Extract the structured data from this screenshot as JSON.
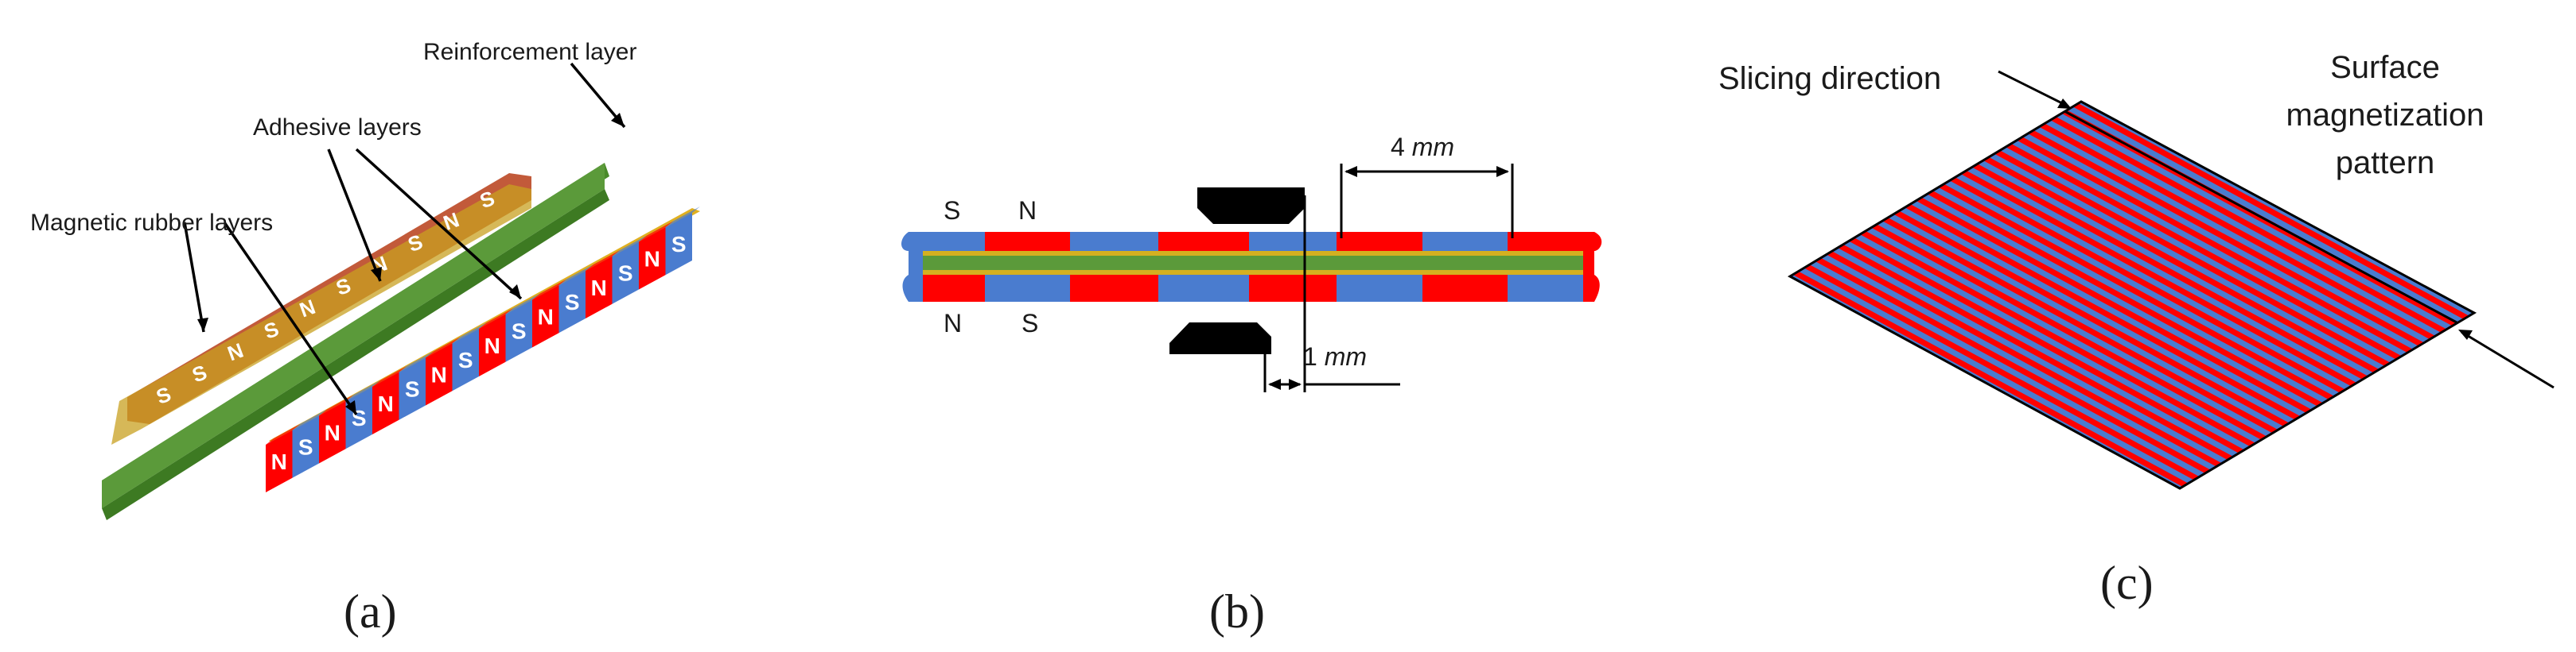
{
  "panel_a": {
    "caption": "(a)",
    "labels": {
      "reinforcement": "Reinforcement layer",
      "adhesive": "Adhesive layers",
      "magnetic": "Magnetic rubber layers"
    },
    "strip_back_poles": [
      "S",
      "S",
      "N",
      "S",
      "N",
      "S",
      "N",
      "S",
      "N",
      "S"
    ],
    "strip_front_poles": [
      "N",
      "S",
      "N",
      "S",
      "N",
      "S",
      "N",
      "S",
      "N",
      "S",
      "N",
      "S",
      "N",
      "S",
      "N",
      "S"
    ]
  },
  "panel_b": {
    "caption": "(b)",
    "pole_top_left": "S",
    "pole_top_right": "N",
    "pole_bottom_left": "N",
    "pole_bottom_right": "S",
    "dim_pitch_value": "4",
    "dim_pitch_unit": "mm",
    "dim_gap_value": "1",
    "dim_gap_unit": "mm"
  },
  "panel_c": {
    "caption": "(c)",
    "label_slicing": "Slicing direction",
    "label_surface_1": "Surface",
    "label_surface_2": "magnetization",
    "label_surface_3": "pattern"
  },
  "colors": {
    "north": "#ff0000",
    "south": "#4a7ccf",
    "adhesive": "#c8a020",
    "reinforcement": "#5b9a3a",
    "head": "#000000"
  }
}
